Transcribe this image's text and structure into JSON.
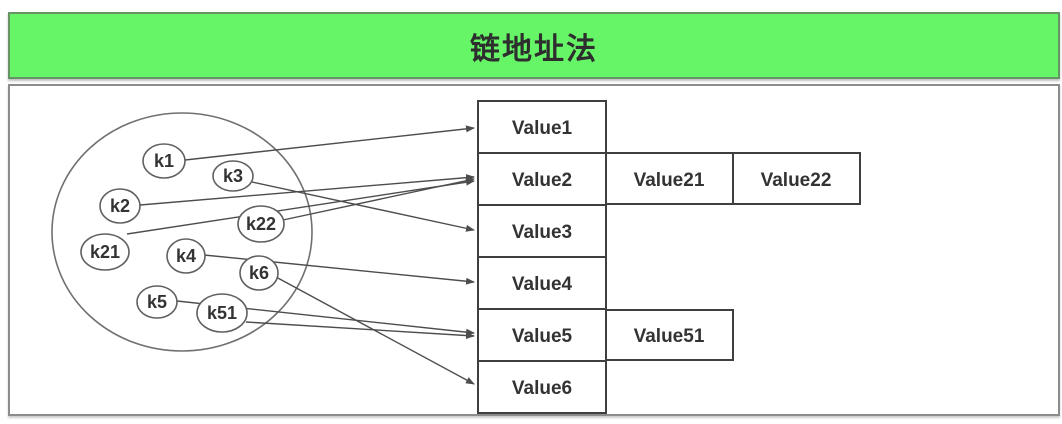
{
  "title": "链地址法",
  "keys": [
    {
      "id": "k1",
      "label": "k1"
    },
    {
      "id": "k2",
      "label": "k2"
    },
    {
      "id": "k3",
      "label": "k3"
    },
    {
      "id": "k21",
      "label": "k21"
    },
    {
      "id": "k22",
      "label": "k22"
    },
    {
      "id": "k4",
      "label": "k4"
    },
    {
      "id": "k5",
      "label": "k5"
    },
    {
      "id": "k51",
      "label": "k51"
    },
    {
      "id": "k6",
      "label": "k6"
    }
  ],
  "buckets": [
    {
      "label": "Value1",
      "chain": []
    },
    {
      "label": "Value2",
      "chain": [
        "Value21",
        "Value22"
      ]
    },
    {
      "label": "Value3",
      "chain": []
    },
    {
      "label": "Value4",
      "chain": []
    },
    {
      "label": "Value5",
      "chain": [
        "Value51"
      ]
    },
    {
      "label": "Value6",
      "chain": []
    }
  ],
  "edges": [
    {
      "from": "k1",
      "to": "Value1"
    },
    {
      "from": "k2",
      "to": "Value2"
    },
    {
      "from": "k21",
      "to": "Value2"
    },
    {
      "from": "k22",
      "to": "Value2"
    },
    {
      "from": "k3",
      "to": "Value3"
    },
    {
      "from": "k4",
      "to": "Value4"
    },
    {
      "from": "k5",
      "to": "Value5"
    },
    {
      "from": "k51",
      "to": "Value5"
    },
    {
      "from": "k6",
      "to": "Value6"
    }
  ],
  "colors": {
    "header_bg": "#66f566",
    "header_border": "#679467",
    "frame_border": "#8c8c8c",
    "box_border": "#3f3f3f",
    "node_stroke": "#606060",
    "arrow": "#4d4d4d",
    "text": "#333333"
  }
}
